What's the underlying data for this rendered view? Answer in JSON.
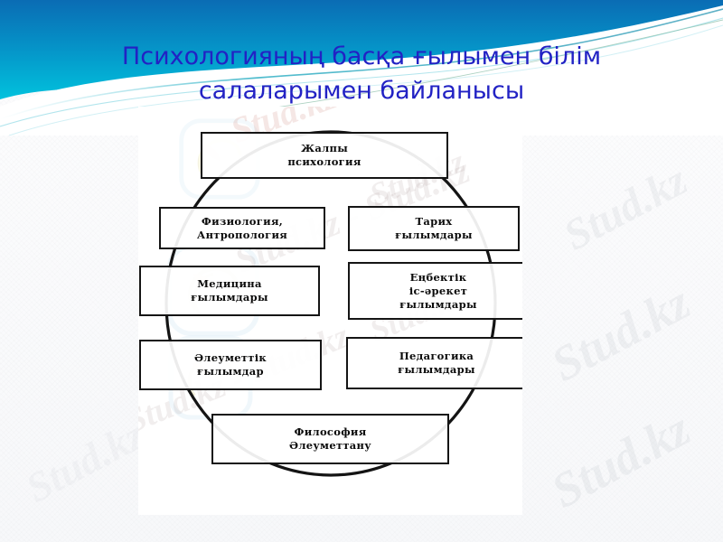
{
  "slide": {
    "title_line1": "Психологияның басқа ғылымен білім",
    "title_line2": "салаларымен байланысы",
    "title_color": "#2222c4",
    "banner_color_top": "#0b6fb5",
    "banner_color_bottom": "#00c8e0",
    "watermark_text": "Stud.kz",
    "watermark_text_alt": "Stud.kz - Stud.kz"
  },
  "diagram": {
    "type": "cycle-diagram",
    "shape": "circle",
    "box_border_color": "#151515",
    "nodes": [
      {
        "id": "general-psychology",
        "position": "top",
        "lines": [
          "Жалпы",
          "психология"
        ]
      },
      {
        "id": "physiology",
        "position": "upper-left",
        "lines": [
          "Физиология,",
          "Антропология"
        ]
      },
      {
        "id": "history",
        "position": "upper-right",
        "lines": [
          "Тарих",
          "ғылымдары"
        ]
      },
      {
        "id": "medicine",
        "position": "middle-left",
        "lines": [
          "Медицина",
          "ғылымдары"
        ]
      },
      {
        "id": "labor-activity",
        "position": "middle-right",
        "lines": [
          "Еңбектік",
          "іс-әрекет",
          "ғылымдары"
        ]
      },
      {
        "id": "social-sciences",
        "position": "lower-left",
        "lines": [
          "Әлеуметтік",
          "ғылымдар"
        ]
      },
      {
        "id": "pedagogy",
        "position": "lower-right",
        "lines": [
          "Педагогика",
          "ғылымдары"
        ]
      },
      {
        "id": "philosophy",
        "position": "bottom",
        "lines": [
          "Философия",
          "Әлеуметтану"
        ]
      }
    ]
  }
}
